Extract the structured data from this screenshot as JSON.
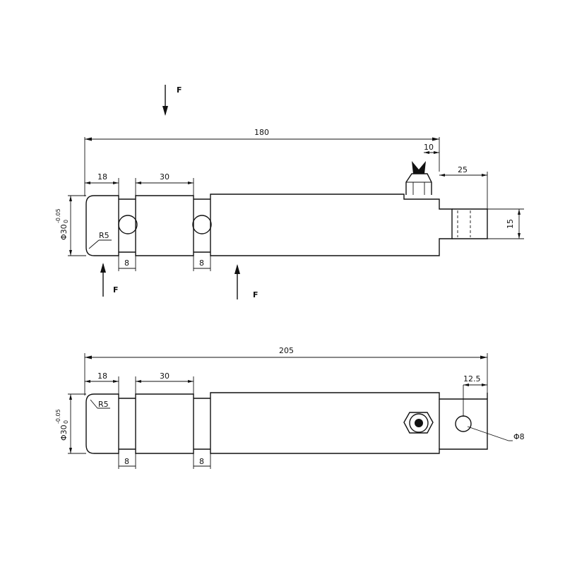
{
  "top_view": {
    "force_label_top": "F",
    "force_label_left": "F",
    "force_label_right": "F",
    "dim_overall": "180",
    "dim_end_len": "18",
    "dim_mid_len": "30",
    "dim_groove_left": "8",
    "dim_groove_right": "8",
    "dim_step_top": "10",
    "dim_tab_len": "25",
    "dim_tab_height": "15",
    "radius_label": "R5",
    "diameter_label": "Φ30",
    "tol_upper": "-0.05",
    "tol_lower": "0"
  },
  "bottom_view": {
    "dim_overall": "205",
    "dim_end_len": "18",
    "dim_mid_len": "30",
    "dim_groove_left": "8",
    "dim_groove_right": "8",
    "dim_hole_offset": "12.5",
    "radius_label": "R5",
    "hole_diameter_label": "Φ8",
    "diameter_label": "Φ30",
    "tol_upper": "-0.05",
    "tol_lower": "0"
  }
}
